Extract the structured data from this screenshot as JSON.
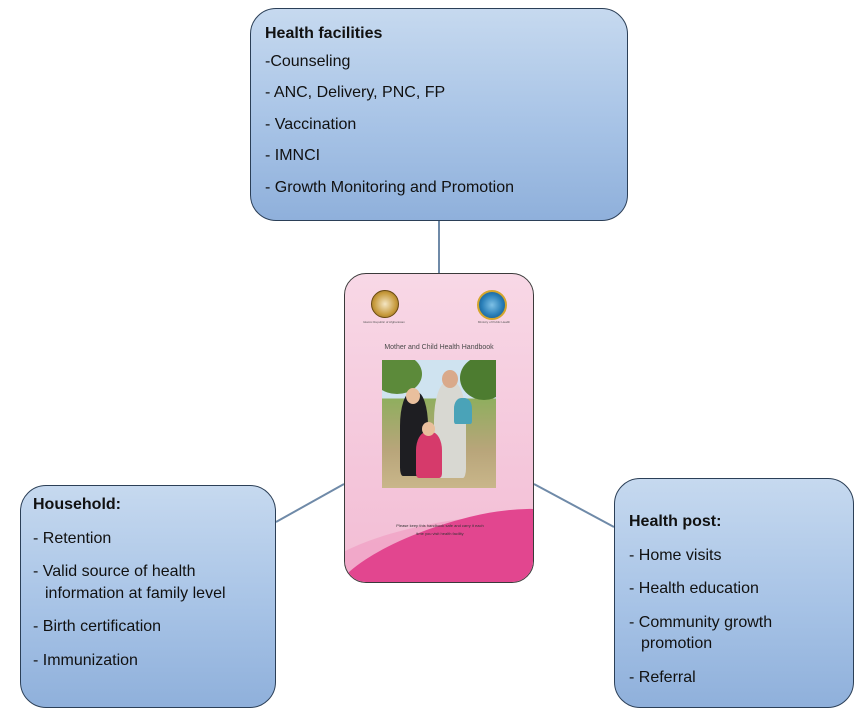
{
  "top_box": {
    "title": "Health facilities",
    "items": [
      "-Counseling",
      "- ANC, Delivery, PNC, FP",
      "- Vaccination",
      "- IMNCI",
      "- Growth Monitoring and Promotion"
    ]
  },
  "left_box": {
    "title": "Household:",
    "items": [
      "- Retention",
      "- Valid source of health information at family level",
      "- Birth certification",
      "- Immunization"
    ]
  },
  "right_box": {
    "title": "Health post:",
    "items": [
      "- Home visits",
      "- Health education",
      "- Community growth promotion",
      "- Referral"
    ]
  },
  "handbook": {
    "emblem_left_caption": "Islamic Republic of Afghanistan",
    "emblem_right_caption": "Ministry of Public Health",
    "title": "Mother and Child  Health Handbook",
    "note_line1": "Please keep this handbook safe and carry it each",
    "note_line2": "time you visit health facility"
  },
  "colors": {
    "box_fill": "#a7c3e6",
    "box_border": "#2b3f57",
    "connector": "#6f8aa8",
    "handbook_pink": "#f2bcd4",
    "handbook_accent": "#e2468f"
  }
}
